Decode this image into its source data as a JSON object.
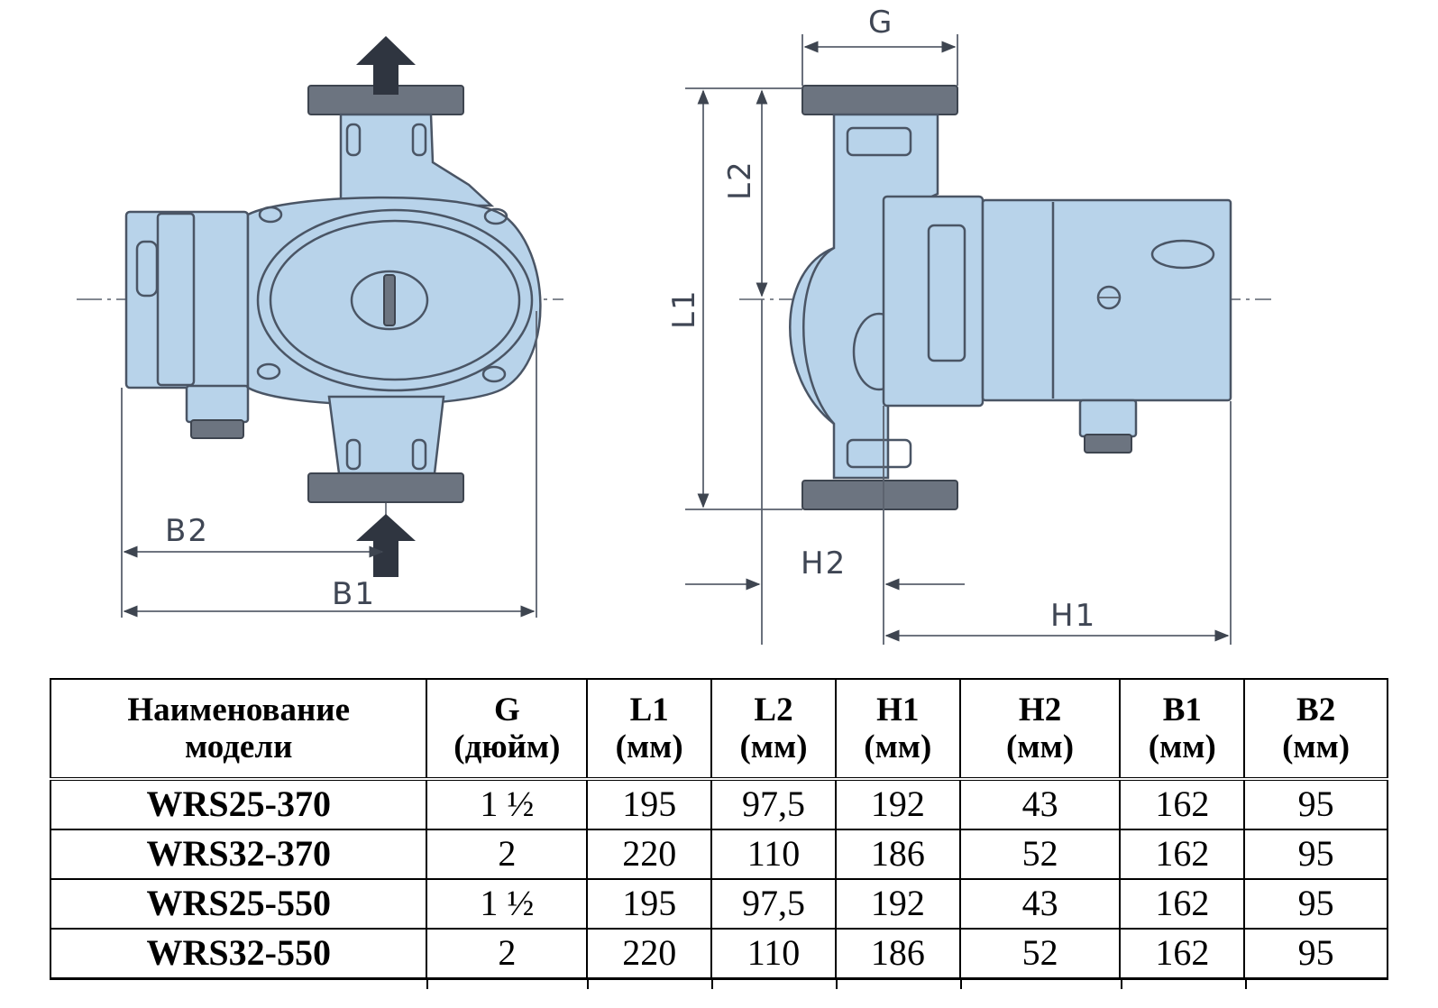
{
  "diagram": {
    "labels": {
      "g": "G",
      "l1": "L1",
      "l2": "L2",
      "h1": "H1",
      "h2": "H2",
      "b1": "B1",
      "b2": "B2"
    },
    "colors": {
      "body": "#b8d3ea",
      "flange": "#6c7480",
      "line": "#4a5565"
    }
  },
  "table": {
    "headers": [
      [
        "Наименование",
        "модели"
      ],
      [
        "G",
        "(дюйм)"
      ],
      [
        "L1",
        "(мм)"
      ],
      [
        "L2",
        "(мм)"
      ],
      [
        "H1",
        "(мм)"
      ],
      [
        "H2",
        "(мм)"
      ],
      [
        "B1",
        "(мм)"
      ],
      [
        "B2",
        "(мм)"
      ]
    ],
    "rows": [
      [
        "WRS25-370",
        "1 ½",
        "195",
        "97,5",
        "192",
        "43",
        "162",
        "95"
      ],
      [
        "WRS32-370",
        "2",
        "220",
        "110",
        "186",
        "52",
        "162",
        "95"
      ],
      [
        "WRS25-550",
        "1 ½",
        "195",
        "97,5",
        "192",
        "43",
        "162",
        "95"
      ],
      [
        "WRS32-550",
        "2",
        "220",
        "110",
        "186",
        "52",
        "162",
        "95"
      ]
    ]
  }
}
